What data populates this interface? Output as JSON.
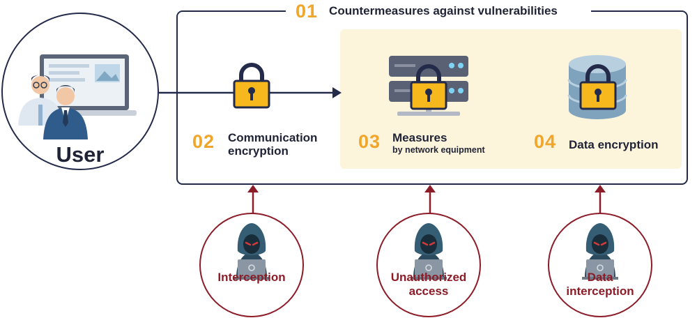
{
  "user": {
    "label": "User"
  },
  "countermeasures": {
    "number": "01",
    "title": "Countermeasures against vulnerabilities"
  },
  "items": [
    {
      "number": "02",
      "label_line1": "Communication",
      "label_line2": "encryption"
    },
    {
      "number": "03",
      "label": "Measures",
      "sublabel": "by network equipment"
    },
    {
      "number": "04",
      "label": "Data encryption"
    }
  ],
  "threats": [
    {
      "line1": "Interception",
      "line2": ""
    },
    {
      "line1": "Unauthorized",
      "line2": "access"
    },
    {
      "line1": "Data",
      "line2": "interception"
    }
  ],
  "colors": {
    "navy": "#242a4a",
    "accent_number": "#f0a52b",
    "lock_yellow": "#f6b81c",
    "threat_red": "#8c1c28",
    "panel_bg": "#fdf4dc"
  },
  "icons": [
    "user-icon",
    "lock-icon",
    "server-icon",
    "database-icon",
    "hacker-icon",
    "arrow-up-icon"
  ]
}
